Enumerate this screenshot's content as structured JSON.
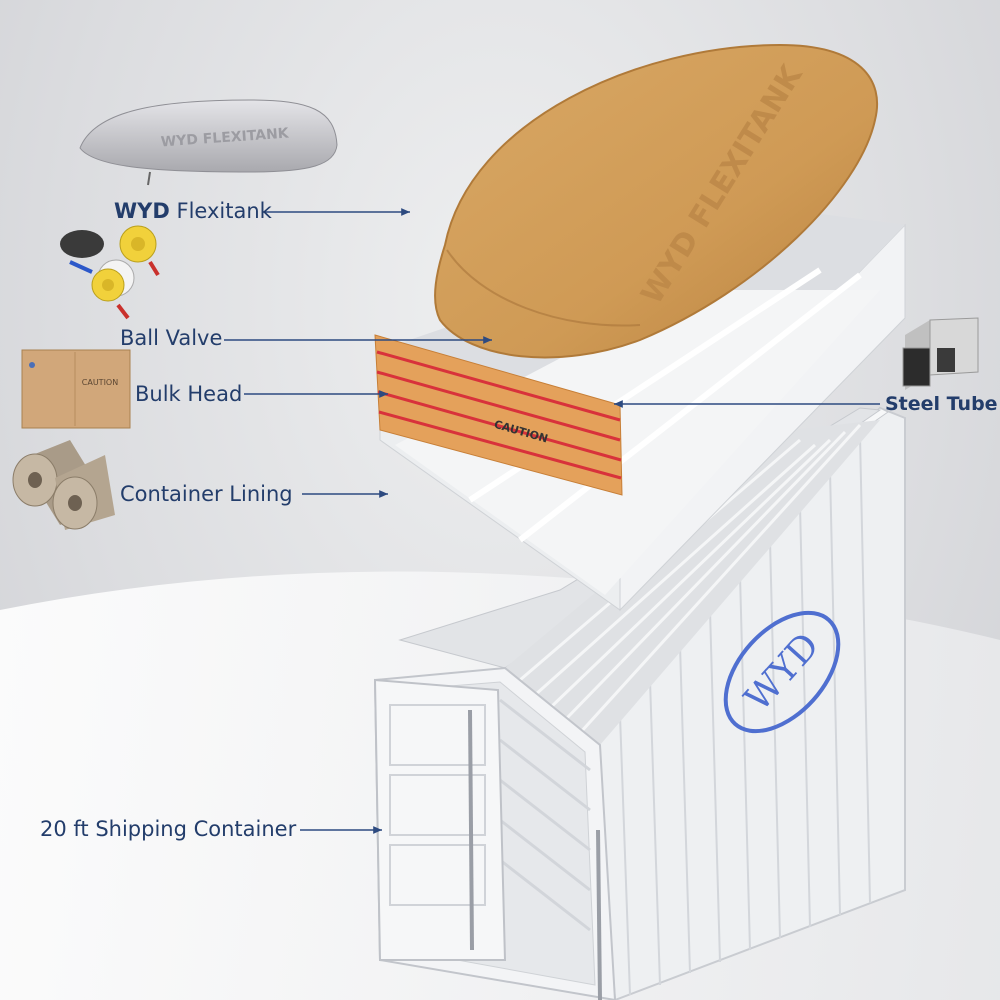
{
  "labels": {
    "flexitank_brand": "WYD",
    "flexitank_rest": " Flexitank",
    "ball_valve": "Ball Valve",
    "bulk_head": "Bulk Head",
    "container_lining": "Container Lining",
    "steel_tube": "Steel Tube",
    "shipping_container": "20 ft Shipping Container"
  },
  "product_text": {
    "bag_print": "WYD FLEXITANK",
    "tank_print": "WYD FLEXITANK",
    "container_logo": "WYD",
    "box_caution": "CAUTION",
    "bulkhead_caution": "CAUTION"
  },
  "colors": {
    "label_text": "#233d6b",
    "arrow": "#2d4a80",
    "flexitank_body": "#cf9a55",
    "bag_silver": "#c8c8cc",
    "bulkhead_orange": "#e4a15b",
    "bulkhead_stripe": "#d8323b",
    "logo_blue": "#4f6fd0",
    "container_white": "#f1f2f4"
  },
  "icons": [
    "flexitank-bag-icon",
    "ball-valve-icon",
    "bulkhead-box-icon",
    "paper-roll-icon",
    "steel-tube-icon"
  ]
}
